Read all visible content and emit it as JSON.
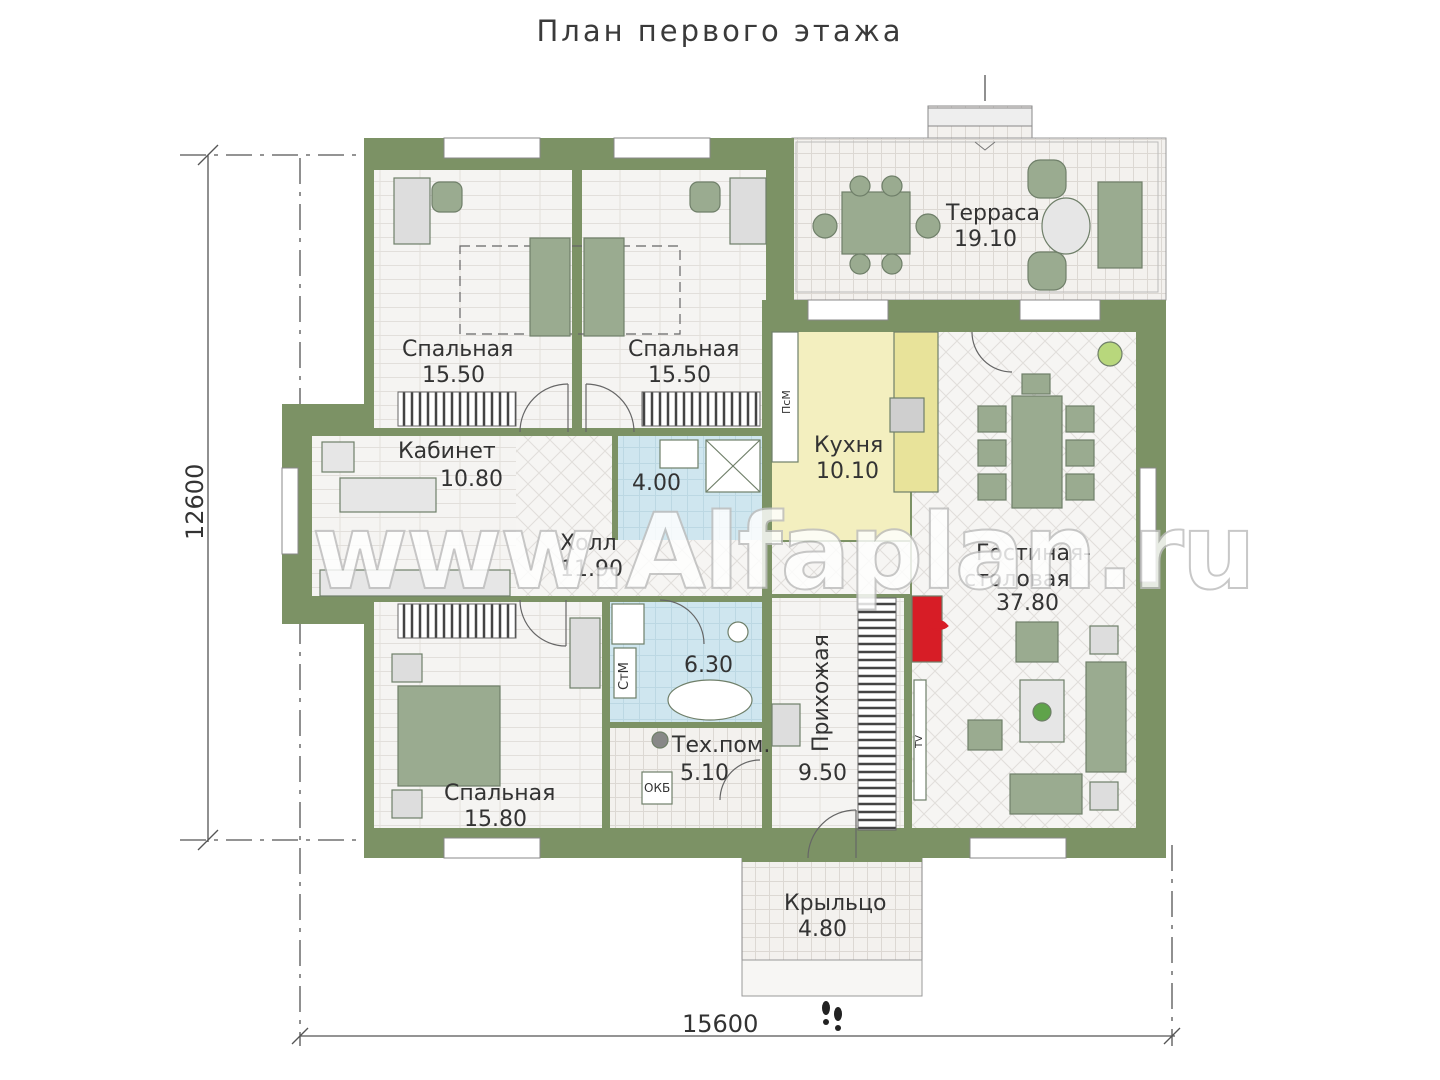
{
  "title": "План первого этажа",
  "dimensions": {
    "height": "12600",
    "width": "15600"
  },
  "rooms": [
    {
      "name": "Спальная",
      "area": "15.50"
    },
    {
      "name": "Спальная",
      "area": "15.50"
    },
    {
      "name": "Терраса",
      "area": "19.10"
    },
    {
      "name": "Кабинет",
      "area": "10.80"
    },
    {
      "name": "Холл",
      "area": "11.90"
    },
    {
      "name": "",
      "area": "4.00"
    },
    {
      "name": "Кухня",
      "area": "10.10"
    },
    {
      "name": "Гостиная-столовая",
      "name_line1": "Гостиная-",
      "name_line2": "столовая",
      "area": "37.80"
    },
    {
      "name": "",
      "area": "6.30"
    },
    {
      "name": "Прихожая",
      "area": "9.50"
    },
    {
      "name": "Тех.пом.",
      "area": "5.10"
    },
    {
      "name": "Спальная",
      "area": "15.80"
    },
    {
      "name": "Крыльцо",
      "area": "4.80"
    }
  ],
  "fixtures": {
    "washer": "СтМ",
    "dishwasher": "ПсМ",
    "boiler": "ОКБ",
    "tv": "TV"
  },
  "watermark": "www.Alfaplan.ru",
  "colors": {
    "wall": "#7c9265",
    "wall_dark": "#5f7550",
    "kitchen": "#f3efbf",
    "bath": "#cfe6ef",
    "floor": "#f4f2f0",
    "accent": "#d71d26"
  }
}
